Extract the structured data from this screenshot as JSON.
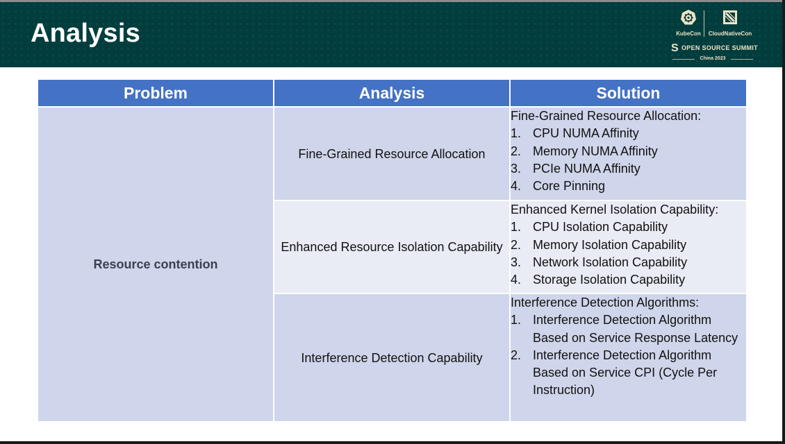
{
  "slide": {
    "title": "Analysis",
    "logo": {
      "kubecon": "KubeCon",
      "cloudnativecon": "CloudNativeCon",
      "open_source_summit": "OPEN SOURCE SUMMIT",
      "event_location_year": "China 2023"
    }
  },
  "table": {
    "headers": [
      "Problem",
      "Analysis",
      "Solution"
    ],
    "problem": "Resource contention",
    "rows": [
      {
        "analysis": "Fine-Grained Resource Allocation",
        "solution_title": "Fine-Grained Resource Allocation:",
        "solution_items": [
          {
            "num": "1.",
            "text": "CPU NUMA Affinity"
          },
          {
            "num": "2.",
            "text": "Memory NUMA Affinity"
          },
          {
            "num": "3.",
            "text": "PCIe NUMA Affinity"
          },
          {
            "num": "4.",
            "text": "Core Pinning"
          }
        ]
      },
      {
        "analysis": "Enhanced Resource Isolation Capability",
        "solution_title": "Enhanced Kernel Isolation Capability:",
        "solution_items": [
          {
            "num": "1.",
            "text": "CPU Isolation Capability"
          },
          {
            "num": "2.",
            "text": "Memory Isolation Capability"
          },
          {
            "num": "3.",
            "text": "Network Isolation Capability"
          },
          {
            "num": "4.",
            "text": "Storage Isolation Capability"
          }
        ]
      },
      {
        "analysis": "Interference Detection Capability",
        "solution_title": "Interference Detection Algorithms:",
        "solution_items": [
          {
            "num": "1.",
            "text": "Interference Detection Algorithm Based on Service Response Latency"
          },
          {
            "num": "2.",
            "text": "Interference Detection Algorithm Based on Service CPI (Cycle Per Instruction)"
          }
        ]
      }
    ]
  },
  "colors": {
    "header_band": "#023d3e",
    "table_header": "#4472c4",
    "row_dark": "#cfd5ea",
    "row_light": "#e9ebf5",
    "logo_cream": "#efe4c4"
  }
}
